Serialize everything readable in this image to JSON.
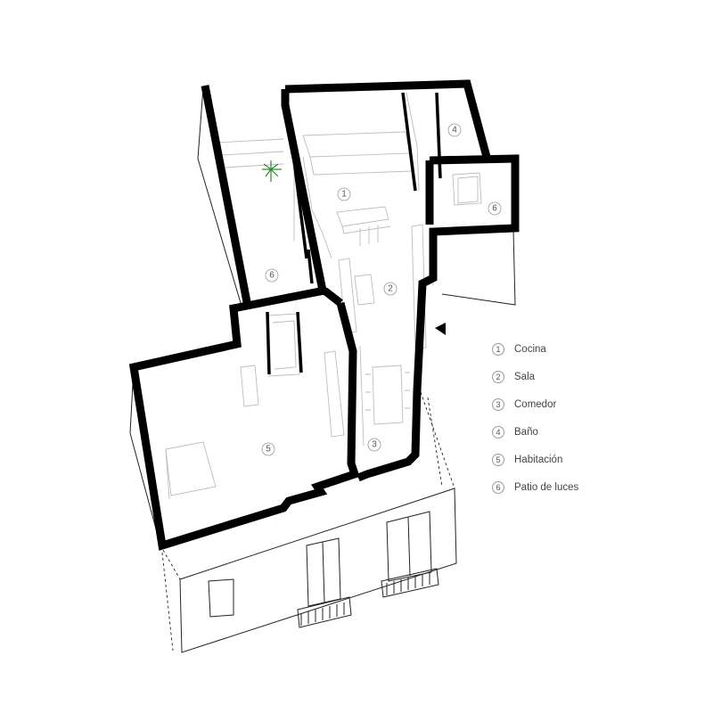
{
  "rooms": [
    {
      "number": "1",
      "name": "Cocina"
    },
    {
      "number": "2",
      "name": "Sala"
    },
    {
      "number": "3",
      "name": "Comedor"
    },
    {
      "number": "4",
      "name": "Baño"
    },
    {
      "number": "5",
      "name": "Habitación"
    },
    {
      "number": "6",
      "name": "Patio de luces"
    }
  ],
  "plan_markers": [
    "1",
    "2",
    "3",
    "4",
    "5",
    "6",
    "6"
  ],
  "colors": {
    "wall": "#000000",
    "outline": "#333333",
    "furniture": "#b8b8b8",
    "plant": "#2e8b2e"
  }
}
